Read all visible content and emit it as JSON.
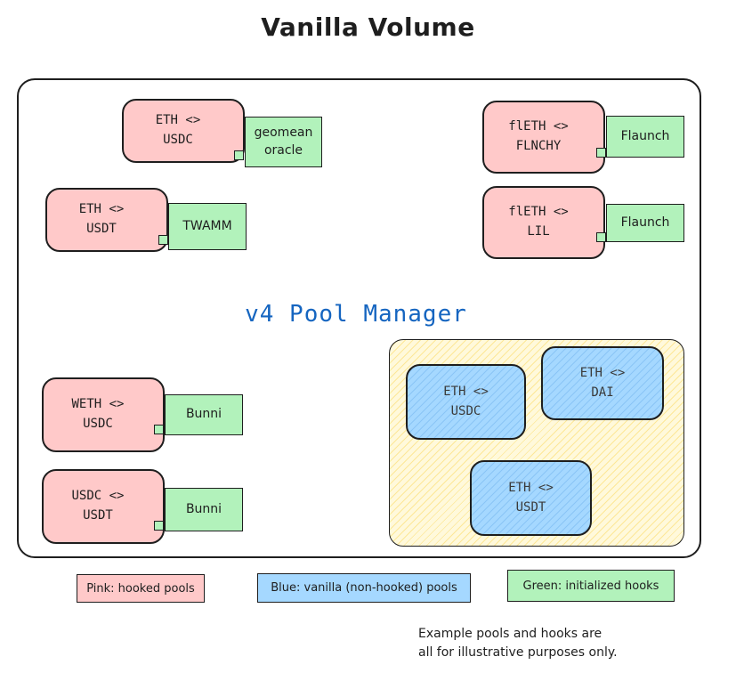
{
  "title": "Vanilla Volume",
  "manager_label": "v4 Pool Manager",
  "hooked_pools": [
    {
      "pair": "ETH <>\nUSDC",
      "hook": "geomean\noracle"
    },
    {
      "pair": "ETH <>\nUSDT",
      "hook": "TWAMM"
    },
    {
      "pair": "flETH <>\nFLNCHY",
      "hook": "Flaunch"
    },
    {
      "pair": "flETH <>\nLIL",
      "hook": "Flaunch"
    },
    {
      "pair": "WETH <>\nUSDC",
      "hook": "Bunni"
    },
    {
      "pair": "USDC <>\nUSDT",
      "hook": "Bunni"
    }
  ],
  "vanilla_pools": [
    "ETH <>\nUSDC",
    "ETH <>\nDAI",
    "ETH <>\nUSDT"
  ],
  "legend": {
    "pink": "Pink: hooked pools",
    "blue": "Blue: vanilla (non-hooked) pools",
    "green": "Green: initialized hooks"
  },
  "colors": {
    "hooked_pool": "#ffc9c9",
    "vanilla_pool": "#a5d8ff",
    "hook": "#b2f2bb",
    "vanilla_area": "#fff9db",
    "manager_label": "#1565c0"
  },
  "note": "Example pools and hooks are\nall for illustrative purposes only."
}
